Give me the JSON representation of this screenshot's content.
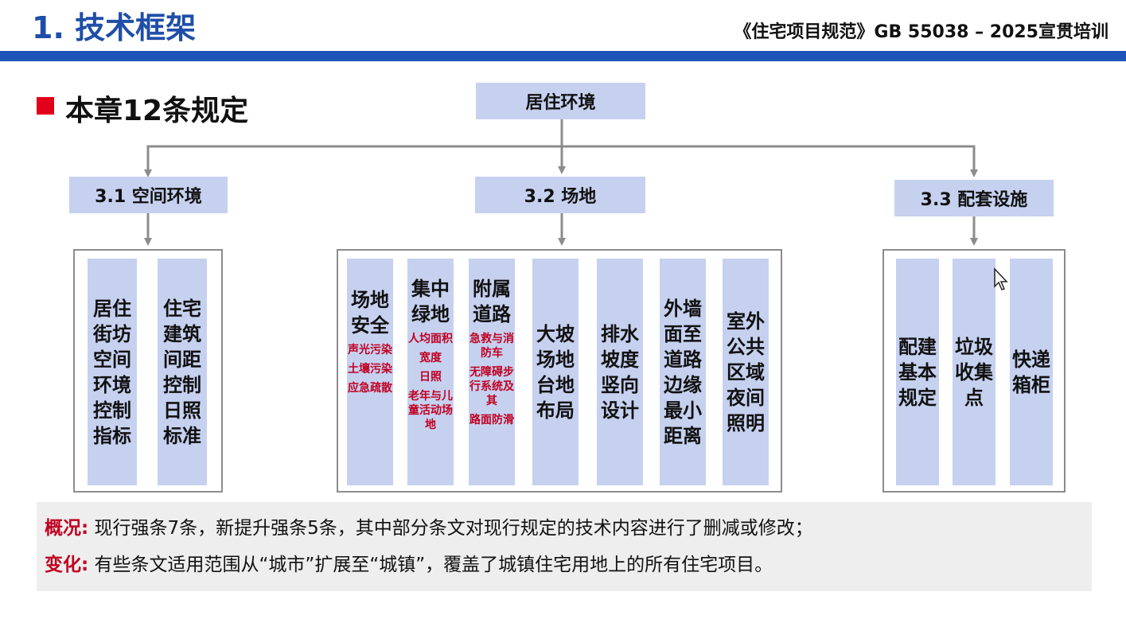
{
  "header": {
    "title": "1. 技术框架",
    "subtitle": "《住宅项目规范》GB 55038 – 2025宣贯培训"
  },
  "section": {
    "title": "本章12条规定"
  },
  "diagram": {
    "root": "居住环境",
    "branches": [
      {
        "label": "3.1 空间环境",
        "items": [
          {
            "title": "居住街坊空间环境控制指标",
            "details": []
          },
          {
            "title": "住宅建筑间距控制日照标准",
            "details": []
          }
        ]
      },
      {
        "label": "3.2 场地",
        "items": [
          {
            "title": "场地安全",
            "details": [
              "声光污染",
              "土壤污染",
              "应急疏散"
            ]
          },
          {
            "title": "集中绿地",
            "details": [
              "人均面积",
              "宽度",
              "日照",
              "老年与儿童活动场地"
            ]
          },
          {
            "title": "附属道路",
            "details": [
              "急救与消防车",
              "无障碍步行系统及其",
              "路面防滑"
            ]
          },
          {
            "title": "大坡场地台地布局",
            "details": []
          },
          {
            "title": "排水坡度竖向设计",
            "details": []
          },
          {
            "title": "外墙面至道路边缘最小距离",
            "details": []
          },
          {
            "title": "室外公共区域夜间照明",
            "details": []
          }
        ]
      },
      {
        "label": "3.3 配套设施",
        "items": [
          {
            "title": "配建基本规定",
            "details": []
          },
          {
            "title": "垃圾收集点",
            "details": []
          },
          {
            "title": "快递箱柜",
            "details": []
          }
        ]
      }
    ]
  },
  "summary": {
    "overview_label": "概况:",
    "overview_text": "现行强条7条，新提升强条5条，其中部分条文对现行规定的技术内容进行了删减或修改；",
    "change_label": "变化:",
    "change_text": "有些条文适用范围从“城市”扩展至“城镇”，覆盖了城镇住宅用地上的所有住宅项目。"
  },
  "colors": {
    "brand_blue": "#1f55b8",
    "title_blue": "#1f4ea8",
    "box_fill": "#c6d1f0",
    "accent_red": "#c00020",
    "bullet_red": "#e3001b"
  }
}
